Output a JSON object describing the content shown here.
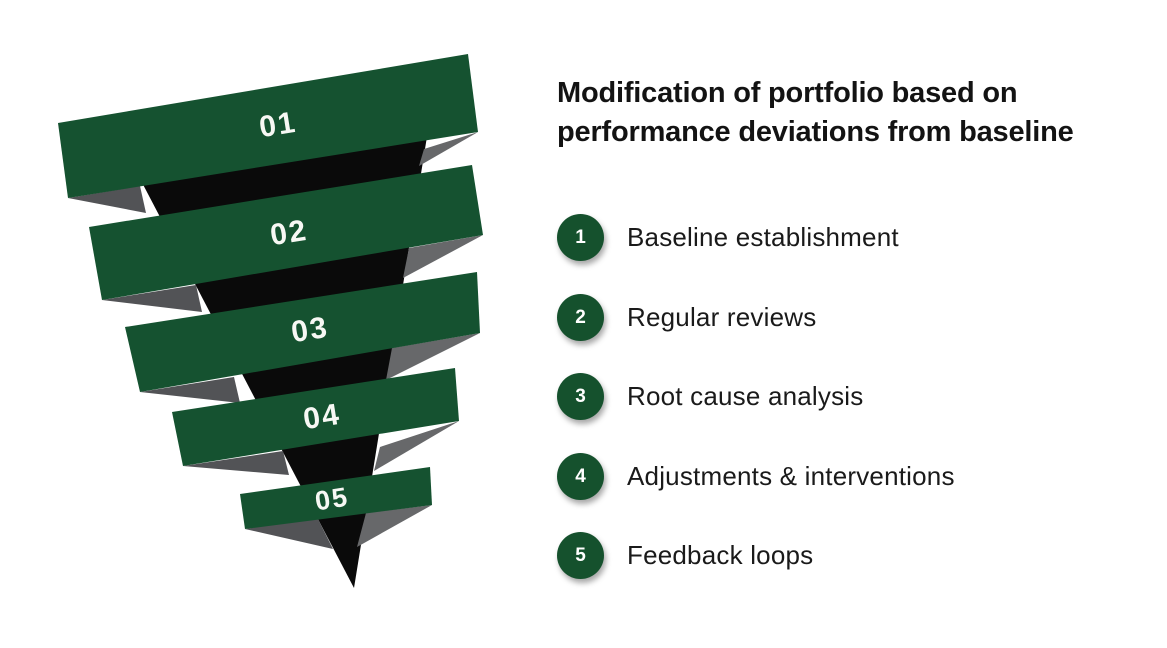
{
  "title": "Modification of portfolio based on performance deviations from baseline",
  "funnel": {
    "type": "funnel",
    "bands": [
      {
        "number": "01"
      },
      {
        "number": "02"
      },
      {
        "number": "03"
      },
      {
        "number": "04"
      },
      {
        "number": "05"
      }
    ]
  },
  "steps": [
    {
      "number": "1",
      "label": "Baseline establishment"
    },
    {
      "number": "2",
      "label": "Regular reviews"
    },
    {
      "number": "3",
      "label": "Root cause analysis"
    },
    {
      "number": "4",
      "label": "Adjustments & interventions"
    },
    {
      "number": "5",
      "label": "Feedback loops"
    }
  ],
  "colors": {
    "band_green": "#155230",
    "cone_black": "#0a0a0a",
    "fold_dark": "#525356",
    "fold_light": "#67686a",
    "number_white": "#f7f8f4",
    "badge_green": "#15512d",
    "badge_text": "#ffffff",
    "title_color": "#131313",
    "label_color": "#1a1a1a",
    "bg": "#ffffff"
  }
}
